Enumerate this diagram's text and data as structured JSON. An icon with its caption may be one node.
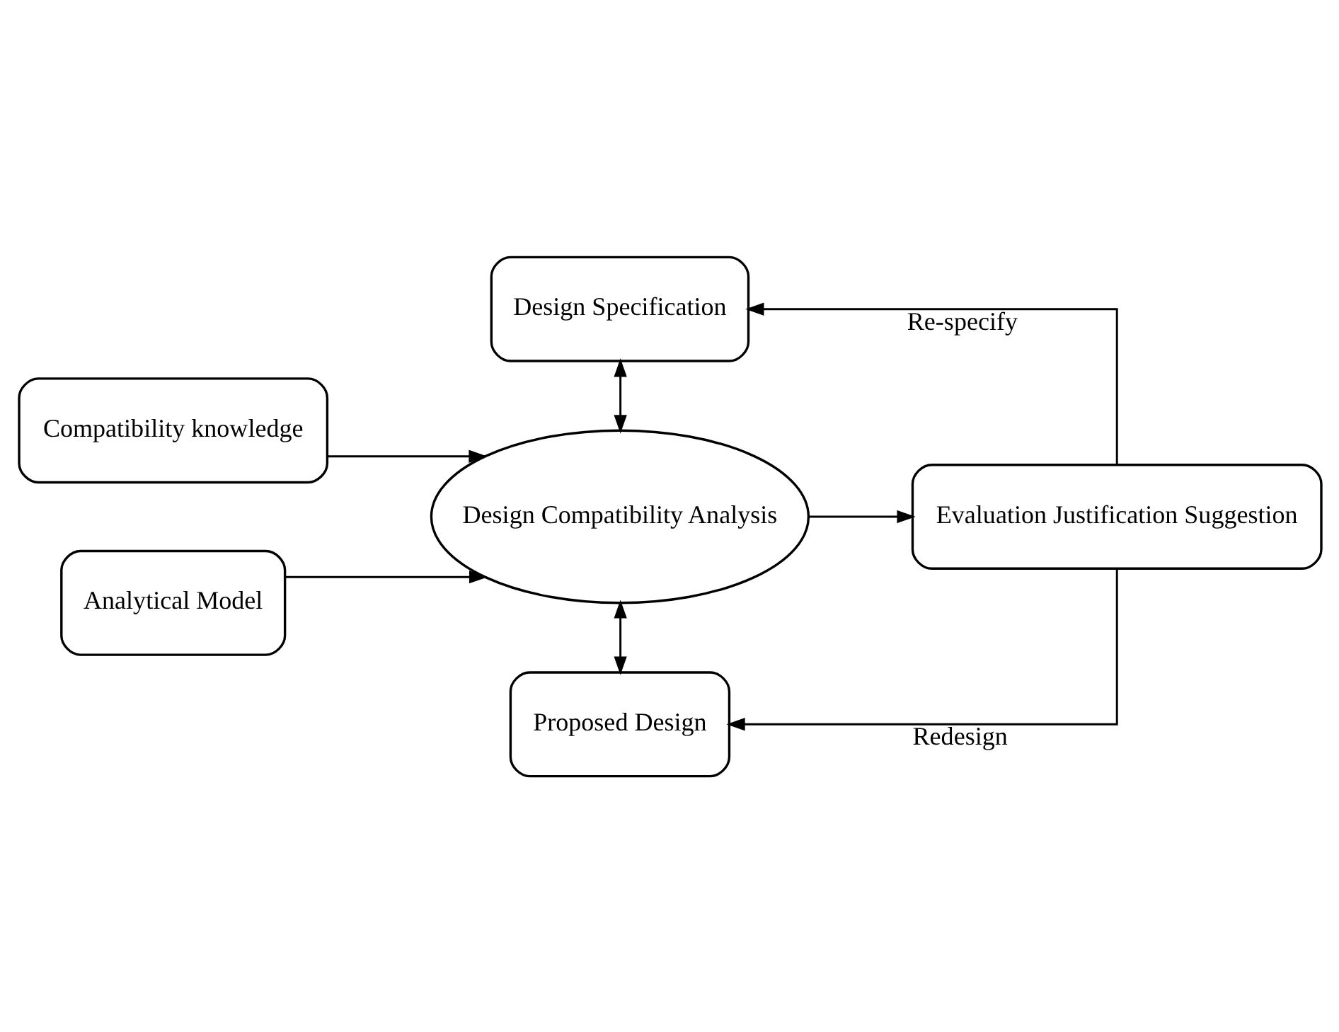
{
  "diagram": {
    "nodes": [
      {
        "text": [
          "Design Specification"
        ]
      },
      {
        "text": [
          "Compatibility knowledge"
        ]
      },
      {
        "text": [
          "Design Compatibility Analysis"
        ]
      },
      {
        "text": [
          "Evaluation Justification Suggestion"
        ]
      },
      {
        "text": [
          "Analytical Model"
        ]
      },
      {
        "text": [
          "Proposed Design"
        ]
      }
    ],
    "edges": [
      {
        "from": 0,
        "to": 2,
        "arrow": "both"
      },
      {
        "from": 1,
        "to": 2,
        "arrow": "to"
      },
      {
        "from": 4,
        "to": 2,
        "arrow": "to"
      },
      {
        "from": 2,
        "to": 3,
        "arrow": "to"
      },
      {
        "from": 3,
        "to": 0,
        "arrow": "to",
        "label": "Re-specify"
      },
      {
        "from": 3,
        "to": 5,
        "arrow": "to",
        "label": "Redesign"
      },
      {
        "from": 2,
        "to": 5,
        "arrow": "both"
      }
    ]
  }
}
